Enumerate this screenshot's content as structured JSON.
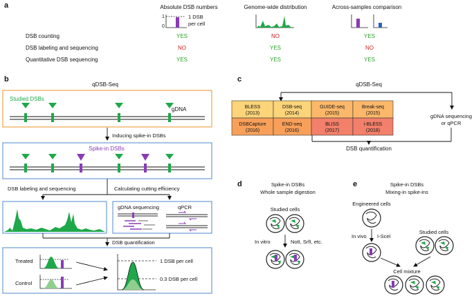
{
  "colors": {
    "green": "#1ea84a",
    "purple": "#8a3ab9",
    "blue": "#2a63c4",
    "orange_box": "#f0a44a",
    "blue_box": "#6b9bd6",
    "yes": "#2aa52a",
    "no": "#d11f1f"
  },
  "panel_a": {
    "label": "a",
    "columns": [
      "Absolute DSB numbers",
      "Genome-wide distribution",
      "Across-samples comparison"
    ],
    "icon_axis_top": "1",
    "icon_axis_bottom": "0",
    "icon_text_line1": "1 DSB",
    "icon_text_line2": "per cell",
    "rows": [
      {
        "name": "DSB counting",
        "values": [
          "YES",
          "NO",
          "YES"
        ]
      },
      {
        "name": "DSB labeling and sequencing",
        "values": [
          "NO",
          "YES",
          "NO"
        ]
      },
      {
        "name": "Quantitative DSB sequencing",
        "values": [
          "YES",
          "YES",
          "YES"
        ]
      }
    ]
  },
  "panel_b": {
    "label": "b",
    "title": "qDSB-Seq",
    "studied_dsbs": "Studied DSBs",
    "gdna": "gDNA",
    "inducing": "Inducing spike-in DSBs",
    "spike_in": "Spike-in DSBs",
    "labeling": "DSB labeling and sequencing",
    "calculating": "Calculating cutting efficiency",
    "gdna_seq": "gDNA sequencing",
    "qpcr": "qPCR",
    "quantification": "DSB quantification",
    "treated": "Treated",
    "control": "Control",
    "one_dsb": "1 DSB per cell",
    "point3_dsb": "0.3 DSB per cell"
  },
  "panel_c": {
    "label": "c",
    "title": "qDSB-Seq",
    "methods": [
      {
        "name": "BLESS",
        "year": "(2013)"
      },
      {
        "name": "DSB-seq",
        "year": "(2014)"
      },
      {
        "name": "GUIDE-seq",
        "year": "(2015)"
      },
      {
        "name": "Break-seq",
        "year": "(2015)"
      },
      {
        "name": "DSBCapture",
        "year": "(2016)"
      },
      {
        "name": "END-seq",
        "year": "(2016)"
      },
      {
        "name": "BLISS",
        "year": "(2017)"
      },
      {
        "name": "i-BLESS",
        "year": "(2018)"
      }
    ],
    "gdna_line1": "gDNA sequencing",
    "gdna_line2": "or qPCR",
    "quantification": "DSB quantification"
  },
  "panel_d": {
    "label": "d",
    "title_line1": "Spike-in DSBs",
    "title_line2": "Whole sample digestion",
    "studied_cells": "Studied cells",
    "in_vitro": "In vitro",
    "enzymes": "NotI, SrfI, etc."
  },
  "panel_e": {
    "label": "e",
    "title_line1": "Spike-in DSBs",
    "title_line2": "Mixing-in spike-ins",
    "engineered": "Engineered cells",
    "in_vivo": "In vivo",
    "enzyme": "I-SceI",
    "studied_cells": "Studied cells",
    "mixture": "Cell mixture"
  }
}
